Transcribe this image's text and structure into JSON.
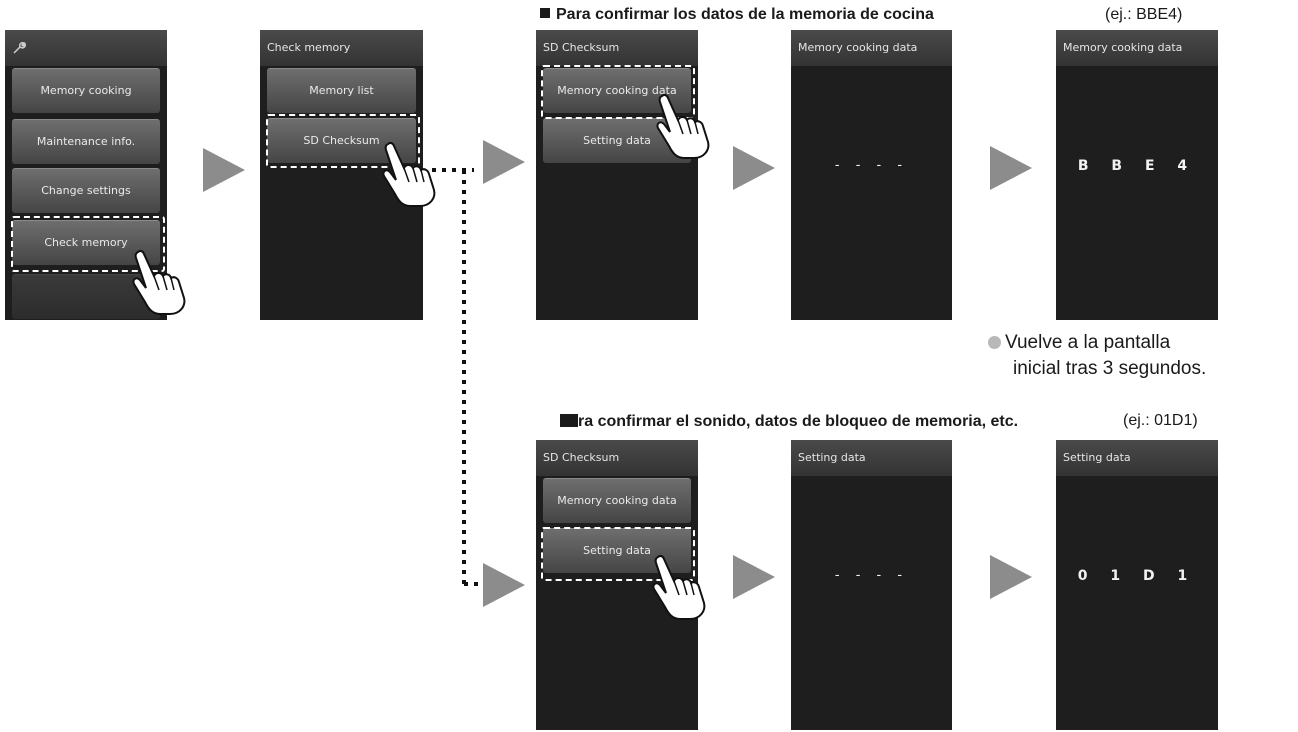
{
  "header_top": {
    "title": "Para confirmar los datos de la memoria de cocina",
    "example": "(ej.: BBE4)"
  },
  "header_bottom": {
    "title": "ra confirmar el sonido, datos de bloqueo de memoria, etc.",
    "example": "(ej.: 01D1)"
  },
  "note": {
    "line1": "Vuelve a la pantalla",
    "line2": "inicial tras 3 segundos."
  },
  "screen1": {
    "icon": "wrench-icon",
    "buttons": [
      "Memory cooking",
      "Maintenance info.",
      "Change settings",
      "Check memory"
    ]
  },
  "screen2": {
    "title": "Check memory",
    "buttons": [
      "Memory list",
      "SD Checksum"
    ]
  },
  "screen3": {
    "title": "SD Checksum",
    "buttons": [
      "Memory cooking data",
      "Setting data"
    ]
  },
  "screen4": {
    "title": "Memory cooking data",
    "display": "- - - -"
  },
  "screen5": {
    "title": "Memory cooking data",
    "display": "B B E 4"
  },
  "screen6": {
    "title": "SD Checksum",
    "buttons": [
      "Memory cooking data",
      "Setting data"
    ]
  },
  "screen7": {
    "title": "Setting data",
    "display": "- - - -"
  },
  "screen8": {
    "title": "Setting data",
    "display": "0 1 D 1"
  },
  "colors": {
    "screen_bg": "#1e1e1e",
    "arrow": "#8c8c8c",
    "highlight": "#ffffff"
  }
}
